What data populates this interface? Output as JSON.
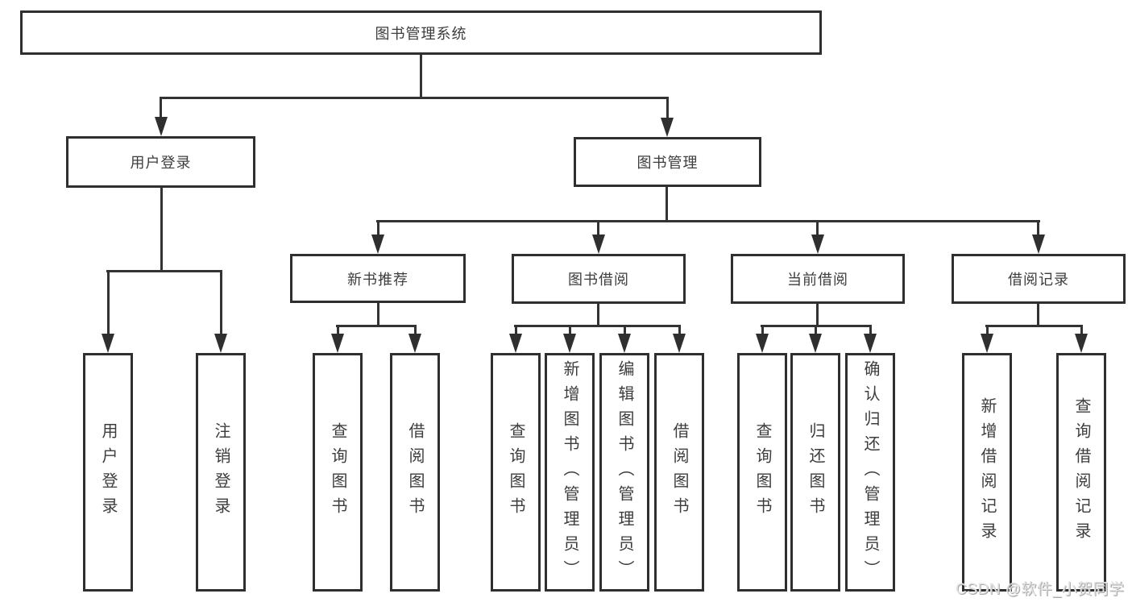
{
  "diagram": {
    "title_node": "图书管理系统",
    "level2": [
      "用户登录",
      "图书管理"
    ],
    "level3": [
      "新书推荐",
      "图书借阅",
      "当前借阅",
      "借阅记录"
    ],
    "leaves_user_login": [
      "用户登录",
      "注销登录"
    ],
    "leaves_new_book": [
      "查询图书",
      "借阅图书"
    ],
    "leaves_book_borrow": [
      "查询图书",
      "新增图书（管理员）",
      "编辑图书（管理员）",
      "借阅图书"
    ],
    "leaves_current_borrow": [
      "查询图书",
      "归还图书",
      "确认归还（管理员）"
    ],
    "leaves_borrow_record": [
      "新增借阅记录",
      "查询借阅记录"
    ],
    "colors": {
      "border": "#2f2f2f",
      "line": "#333333",
      "text": "#3d3d3d",
      "background": "#ffffff"
    }
  },
  "watermark": {
    "text": "CSDN @软件_小贺同学",
    "color": "#e2e2e2"
  }
}
